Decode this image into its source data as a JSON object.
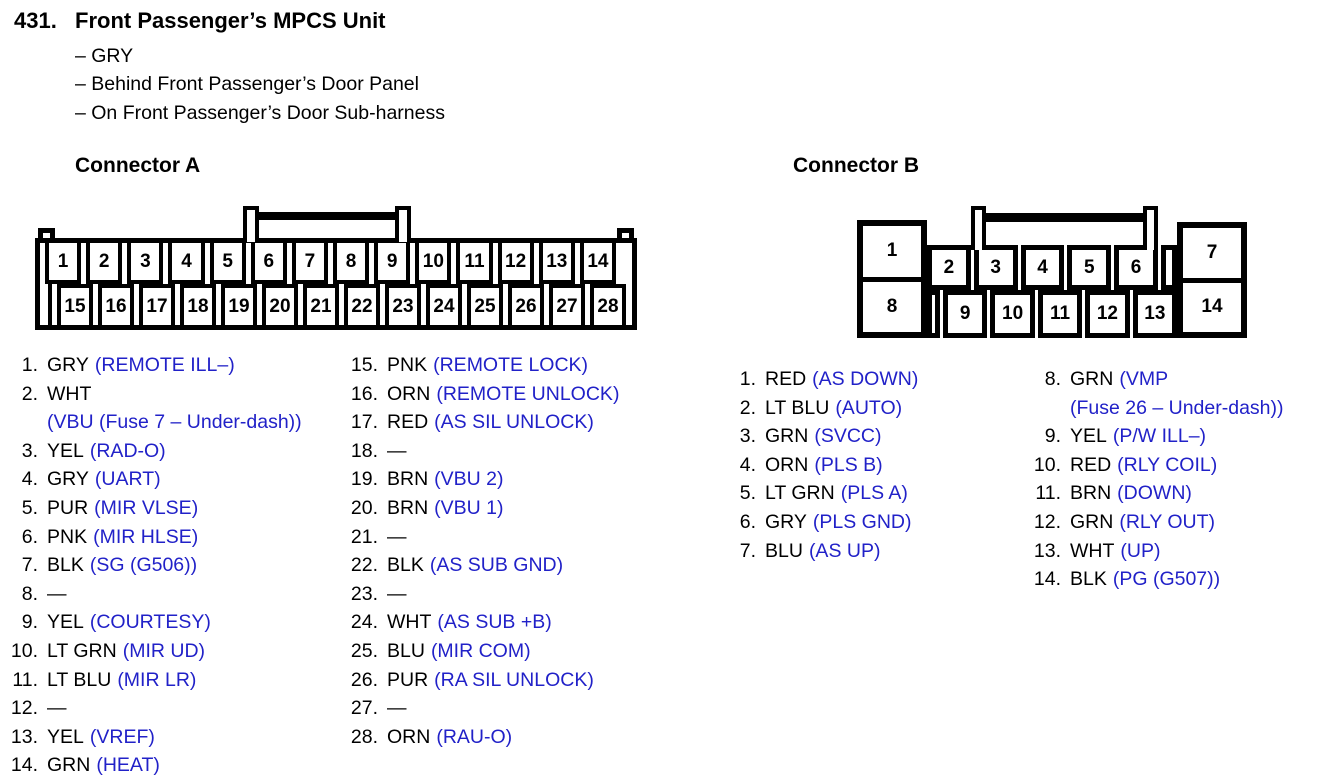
{
  "page": {
    "item_number": "431.",
    "title": "Front Passenger’s MPCS Unit",
    "details": [
      "– GRY",
      "– Behind Front Passenger’s Door Panel",
      "– On Front Passenger’s Door Sub-harness"
    ]
  },
  "colors": {
    "signal_blue": "#2121c8",
    "ink_black": "#000000"
  },
  "connector_a": {
    "heading": "Connector A",
    "diagram": {
      "top_row": [
        "1",
        "2",
        "3",
        "4",
        "5",
        "6",
        "7",
        "8",
        "9",
        "10",
        "11",
        "12",
        "13",
        "14"
      ],
      "bottom_row": [
        "15",
        "16",
        "17",
        "18",
        "19",
        "20",
        "21",
        "22",
        "23",
        "24",
        "25",
        "26",
        "27",
        "28"
      ]
    },
    "pins_col1": [
      {
        "num": "1.",
        "wire": "GRY",
        "signal": "(REMOTE ILL–)"
      },
      {
        "num": "2.",
        "wire": "WHT",
        "signal": "",
        "line2": "(VBU (Fuse 7 – Under-dash))"
      },
      {
        "num": "3.",
        "wire": "YEL",
        "signal": "(RAD-O)"
      },
      {
        "num": "4.",
        "wire": "GRY",
        "signal": "(UART)"
      },
      {
        "num": "5.",
        "wire": "PUR",
        "signal": "(MIR VLSE)"
      },
      {
        "num": "6.",
        "wire": "PNK",
        "signal": "(MIR HLSE)"
      },
      {
        "num": "7.",
        "wire": "BLK",
        "signal": "(SG (G506))"
      },
      {
        "num": "8.",
        "wire": "—",
        "signal": ""
      },
      {
        "num": "9.",
        "wire": "YEL",
        "signal": "(COURTESY)"
      },
      {
        "num": "10.",
        "wire": "LT GRN",
        "signal": "(MIR UD)"
      },
      {
        "num": "11.",
        "wire": "LT BLU",
        "signal": "(MIR LR)"
      },
      {
        "num": "12.",
        "wire": "—",
        "signal": ""
      },
      {
        "num": "13.",
        "wire": "YEL",
        "signal": "(VREF)"
      },
      {
        "num": "14.",
        "wire": "GRN",
        "signal": "(HEAT)"
      }
    ],
    "pins_col2": [
      {
        "num": "15.",
        "wire": "PNK",
        "signal": "(REMOTE LOCK)"
      },
      {
        "num": "16.",
        "wire": "ORN",
        "signal": "(REMOTE UNLOCK)"
      },
      {
        "num": "17.",
        "wire": "RED",
        "signal": "(AS SIL UNLOCK)"
      },
      {
        "num": "18.",
        "wire": "—",
        "signal": ""
      },
      {
        "num": "19.",
        "wire": "BRN",
        "signal": "(VBU 2)"
      },
      {
        "num": "20.",
        "wire": "BRN",
        "signal": "(VBU 1)"
      },
      {
        "num": "21.",
        "wire": "—",
        "signal": ""
      },
      {
        "num": "22.",
        "wire": "BLK",
        "signal": "(AS SUB GND)"
      },
      {
        "num": "23.",
        "wire": "—",
        "signal": ""
      },
      {
        "num": "24.",
        "wire": "WHT",
        "signal": "(AS SUB +B)"
      },
      {
        "num": "25.",
        "wire": "BLU",
        "signal": "(MIR COM)"
      },
      {
        "num": "26.",
        "wire": "PUR",
        "signal": "(RA SIL UNLOCK)"
      },
      {
        "num": "27.",
        "wire": "—",
        "signal": ""
      },
      {
        "num": "28.",
        "wire": "ORN",
        "signal": "(RAU-O)"
      }
    ]
  },
  "connector_b": {
    "heading": "Connector B",
    "diagram": {
      "left_top": "1",
      "left_bottom": "8",
      "mid_top": [
        "2",
        "3",
        "4",
        "5",
        "6"
      ],
      "mid_bottom": [
        "9",
        "10",
        "11",
        "12",
        "13"
      ],
      "right_top": "7",
      "right_bottom": "14"
    },
    "pins_col1": [
      {
        "num": "1.",
        "wire": "RED",
        "signal": "(AS DOWN)"
      },
      {
        "num": "2.",
        "wire": "LT BLU",
        "signal": "(AUTO)"
      },
      {
        "num": "3.",
        "wire": "GRN",
        "signal": "(SVCC)"
      },
      {
        "num": "4.",
        "wire": "ORN",
        "signal": "(PLS B)"
      },
      {
        "num": "5.",
        "wire": "LT GRN",
        "signal": "(PLS A)"
      },
      {
        "num": "6.",
        "wire": "GRY",
        "signal": "(PLS GND)"
      },
      {
        "num": "7.",
        "wire": "BLU",
        "signal": "(AS UP)"
      }
    ],
    "pins_col2": [
      {
        "num": "8.",
        "wire": "GRN",
        "signal": "(VMP",
        "line2": "(Fuse 26 – Under-dash))"
      },
      {
        "num": "9.",
        "wire": "YEL",
        "signal": "(P/W ILL–)"
      },
      {
        "num": "10.",
        "wire": "RED",
        "signal": "(RLY COIL)"
      },
      {
        "num": "11.",
        "wire": "BRN",
        "signal": "(DOWN)"
      },
      {
        "num": "12.",
        "wire": "GRN",
        "signal": "(RLY OUT)"
      },
      {
        "num": "13.",
        "wire": "WHT",
        "signal": "(UP)"
      },
      {
        "num": "14.",
        "wire": "BLK",
        "signal": "(PG (G507))"
      }
    ]
  }
}
